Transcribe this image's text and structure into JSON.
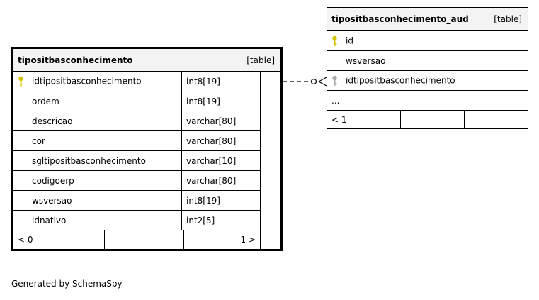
{
  "main_table": {
    "name": "tipositbasconhecimento",
    "type_label": "[table]",
    "columns": [
      {
        "name": "idtipositbasconhecimento",
        "type": "int8[19]",
        "pk": true
      },
      {
        "name": "ordem",
        "type": "int8[19]"
      },
      {
        "name": "descricao",
        "type": "varchar[80]"
      },
      {
        "name": "cor",
        "type": "varchar[80]"
      },
      {
        "name": "sgltipositbasconhecimento",
        "type": "varchar[10]"
      },
      {
        "name": "codigoerp",
        "type": "varchar[80]"
      },
      {
        "name": "wsversao",
        "type": "int8[19]"
      },
      {
        "name": "idnativo",
        "type": "int2[5]"
      }
    ],
    "footer": {
      "left": "< 0",
      "right": "1 >"
    }
  },
  "aud_table": {
    "name": "tipositbasconhecimento_aud",
    "type_label": "[table]",
    "columns": [
      {
        "name": "id",
        "pk": true
      },
      {
        "name": "wsversao"
      },
      {
        "name": "idtipositbasconhecimento",
        "fk": true
      }
    ],
    "ellipsis": "...",
    "footer": {
      "left": "< 1"
    }
  },
  "colors": {
    "pk_key": "#d4c400",
    "fk_key": "#a8a8a8",
    "header_bg": "#f3f3f3"
  },
  "footer_text": "Generated by SchemaSpy"
}
